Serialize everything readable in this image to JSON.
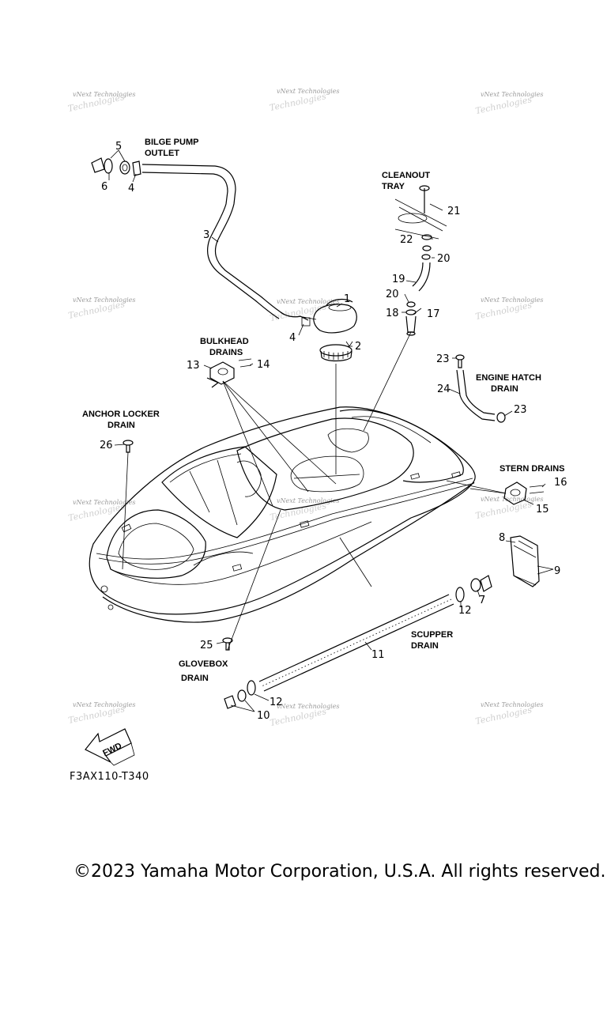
{
  "diagram_code": "F3AX110-T340",
  "copyright": "©2023 Yamaha Motor Corporation, U.S.A. All rights reserved.",
  "fwd_arrow_label": "FWD",
  "watermark": {
    "line1": "vNext Technologies",
    "line2": "Technologies"
  },
  "callouts": {
    "c1": "1",
    "c2": "2",
    "c3": "3",
    "c4a": "4",
    "c4b": "4",
    "c5": "5",
    "c6": "6",
    "c7": "7",
    "c8": "8",
    "c9": "9",
    "c10": "10",
    "c11": "11",
    "c12a": "12",
    "c12b": "12",
    "c13": "13",
    "c14": "14",
    "c15": "15",
    "c16": "16",
    "c17": "17",
    "c18": "18",
    "c19": "19",
    "c20a": "20",
    "c20b": "20",
    "c21": "21",
    "c22": "22",
    "c23a": "23",
    "c23b": "23",
    "c24": "24",
    "c25": "25",
    "c26": "26"
  },
  "labels": {
    "bilge_pump_outlet": [
      "BILGE PUMP",
      "OUTLET"
    ],
    "cleanout_tray": [
      "CLEANOUT",
      "TRAY"
    ],
    "bulkhead_drains": [
      "BULKHEAD",
      "DRAINS"
    ],
    "engine_hatch_drain": [
      "ENGINE HATCH",
      "DRAIN"
    ],
    "anchor_locker_drain": [
      "ANCHOR LOCKER",
      "DRAIN"
    ],
    "stern_drains": [
      "STERN DRAINS"
    ],
    "scupper_drain": [
      "SCUPPER",
      "DRAIN"
    ],
    "glovebox_drain": [
      "GLOVEBOX",
      "DRAIN"
    ]
  }
}
